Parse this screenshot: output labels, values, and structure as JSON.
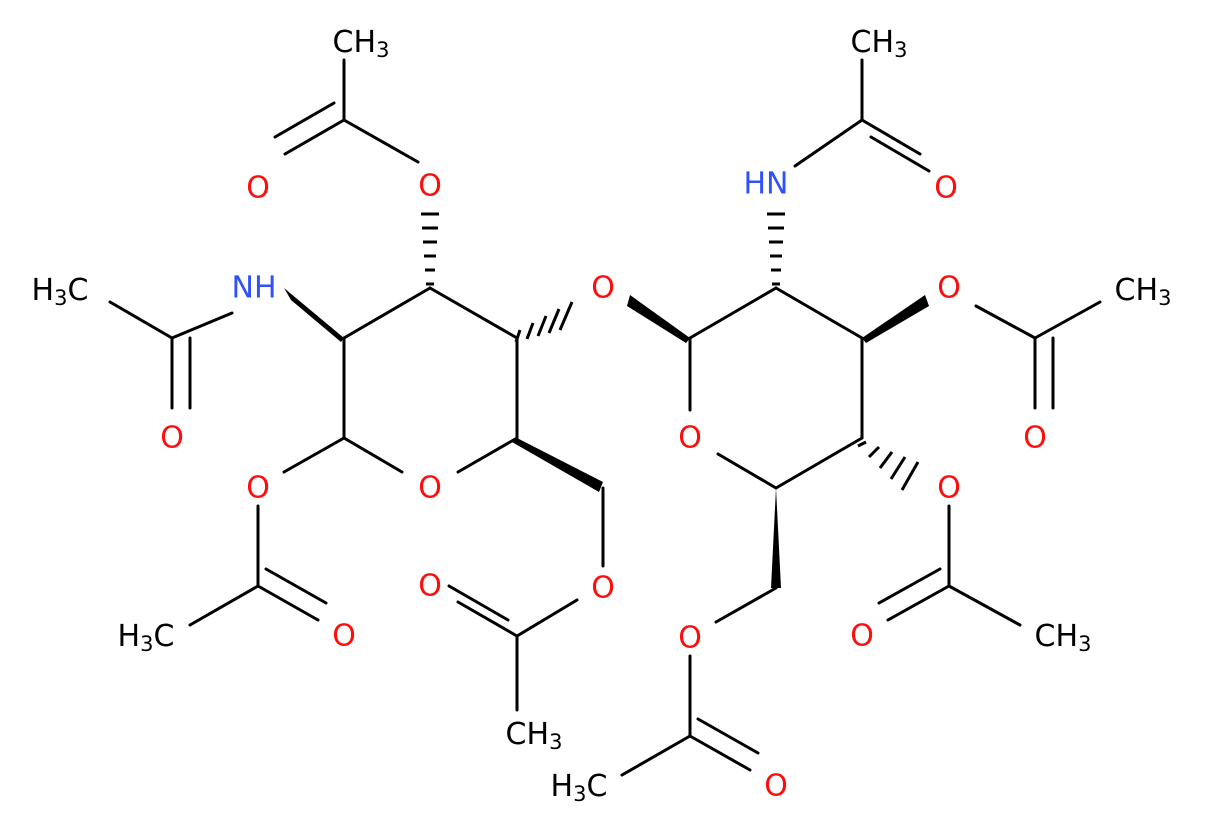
{
  "colors": {
    "bond": "#000000",
    "oxygen": "#ff0d0d",
    "nitrogen": "#3050f8",
    "carbon": "#000000"
  },
  "labels": {
    "O": "O",
    "NH": "NH",
    "HN": "HN",
    "CH": "CH",
    "H": "H",
    "C": "C",
    "sub3": "3"
  }
}
